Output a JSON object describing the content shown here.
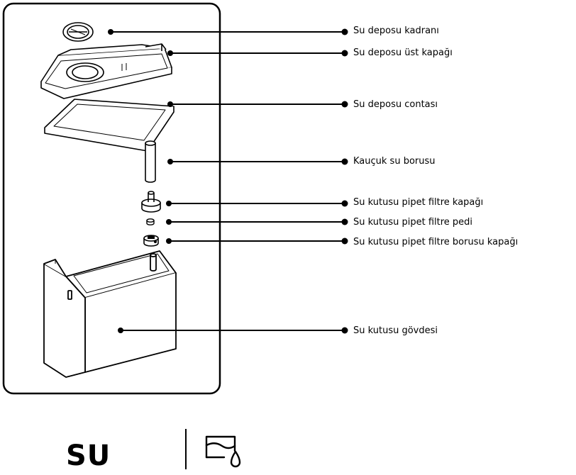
{
  "labels": [
    "Su deposu kadranı",
    "Su deposu üst kapağı",
    "Su deposu contası",
    "Kauçuk su borusu",
    "Su kutusu pipet filtre kapağı",
    "Su kutusu pipet filtre pedi",
    "Su kutusu pipet filtre borusu kapağı",
    "Su kutusu gövdesi"
  ],
  "footer": {
    "title": "SU",
    "icon": "water-tank-icon"
  },
  "colors": {
    "line": "#000000",
    "background": "#ffffff"
  }
}
